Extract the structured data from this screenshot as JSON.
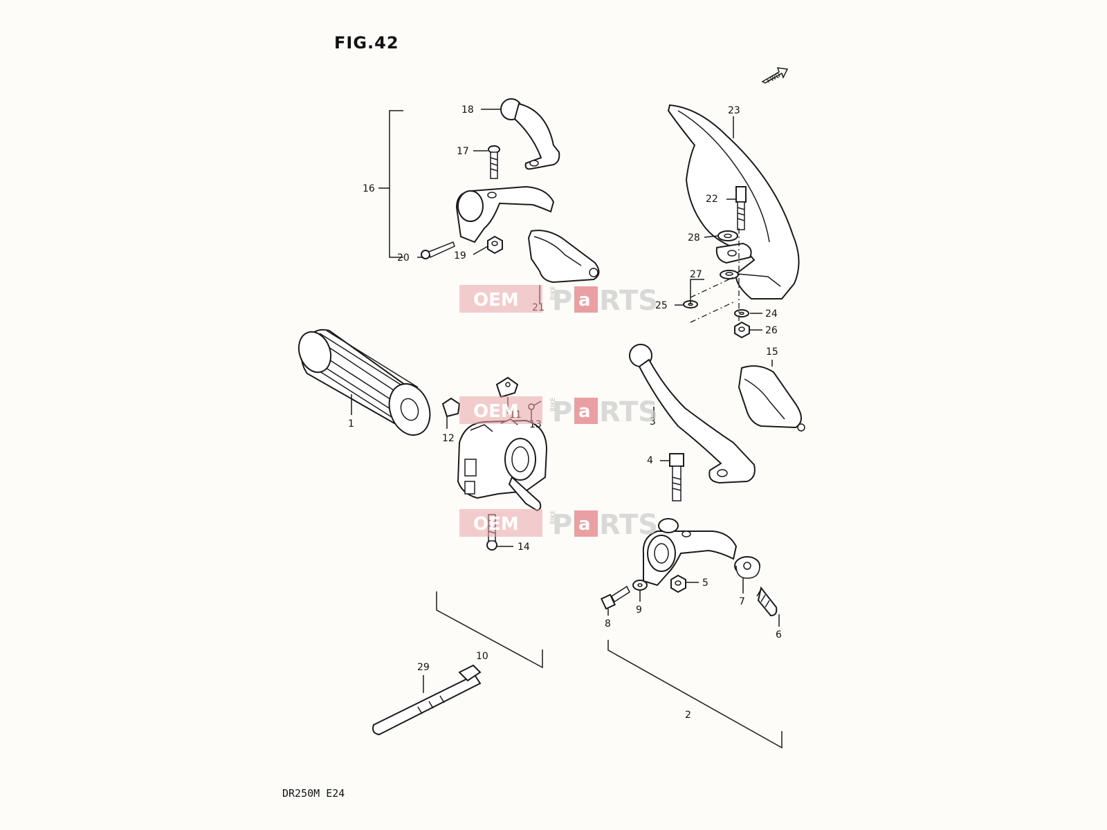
{
  "figure": {
    "title": "FIG.42",
    "model": "DR250M  E24",
    "direction_arrow": "FWD"
  },
  "watermark": {
    "left": "OEM",
    "right_before": "P",
    "right_a": "a",
    "right_after": "RTS",
    "side": "BIKE"
  },
  "callouts": {
    "c1": "1",
    "c2": "2",
    "c3": "3",
    "c4": "4",
    "c5": "5",
    "c6": "6",
    "c7": "7",
    "c8": "8",
    "c9": "9",
    "c10": "10",
    "c11": "11",
    "c12": "12",
    "c13": "13",
    "c14": "14",
    "c15": "15",
    "c16": "16",
    "c17": "17",
    "c18": "18",
    "c19": "19",
    "c20": "20",
    "c21": "21",
    "c22": "22",
    "c23": "23",
    "c24": "24",
    "c25": "25",
    "c26": "26",
    "c27": "27",
    "c28": "28",
    "c29": "29"
  },
  "colors": {
    "line": "#1a1a1a",
    "paper": "#fdfcf8",
    "watermark_red": "#e7a3a7"
  }
}
